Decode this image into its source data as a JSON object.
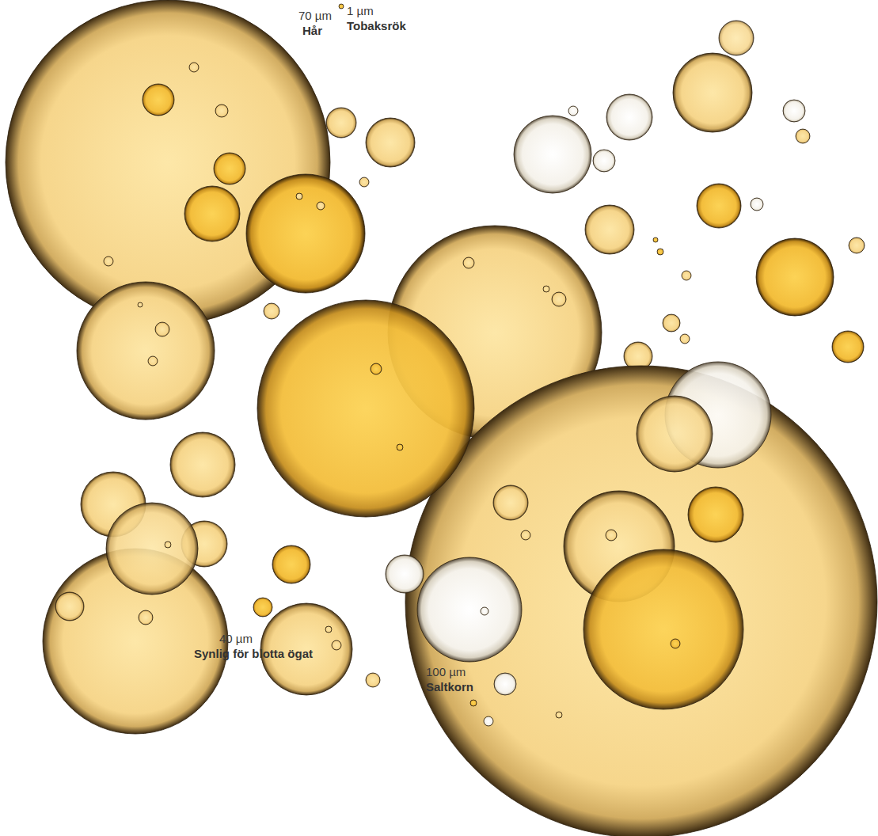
{
  "diagram": {
    "nodes": [
      {
        "text": [
          "70 µm",
          "Hår"
        ]
      },
      {
        "text": [
          "1 µm",
          "Tobaksrök"
        ]
      },
      {
        "text": [
          "40 µm",
          "Synlig för blotta ögat"
        ]
      },
      {
        "text": [
          "100 µm",
          "Saltkorn"
        ]
      }
    ]
  }
}
